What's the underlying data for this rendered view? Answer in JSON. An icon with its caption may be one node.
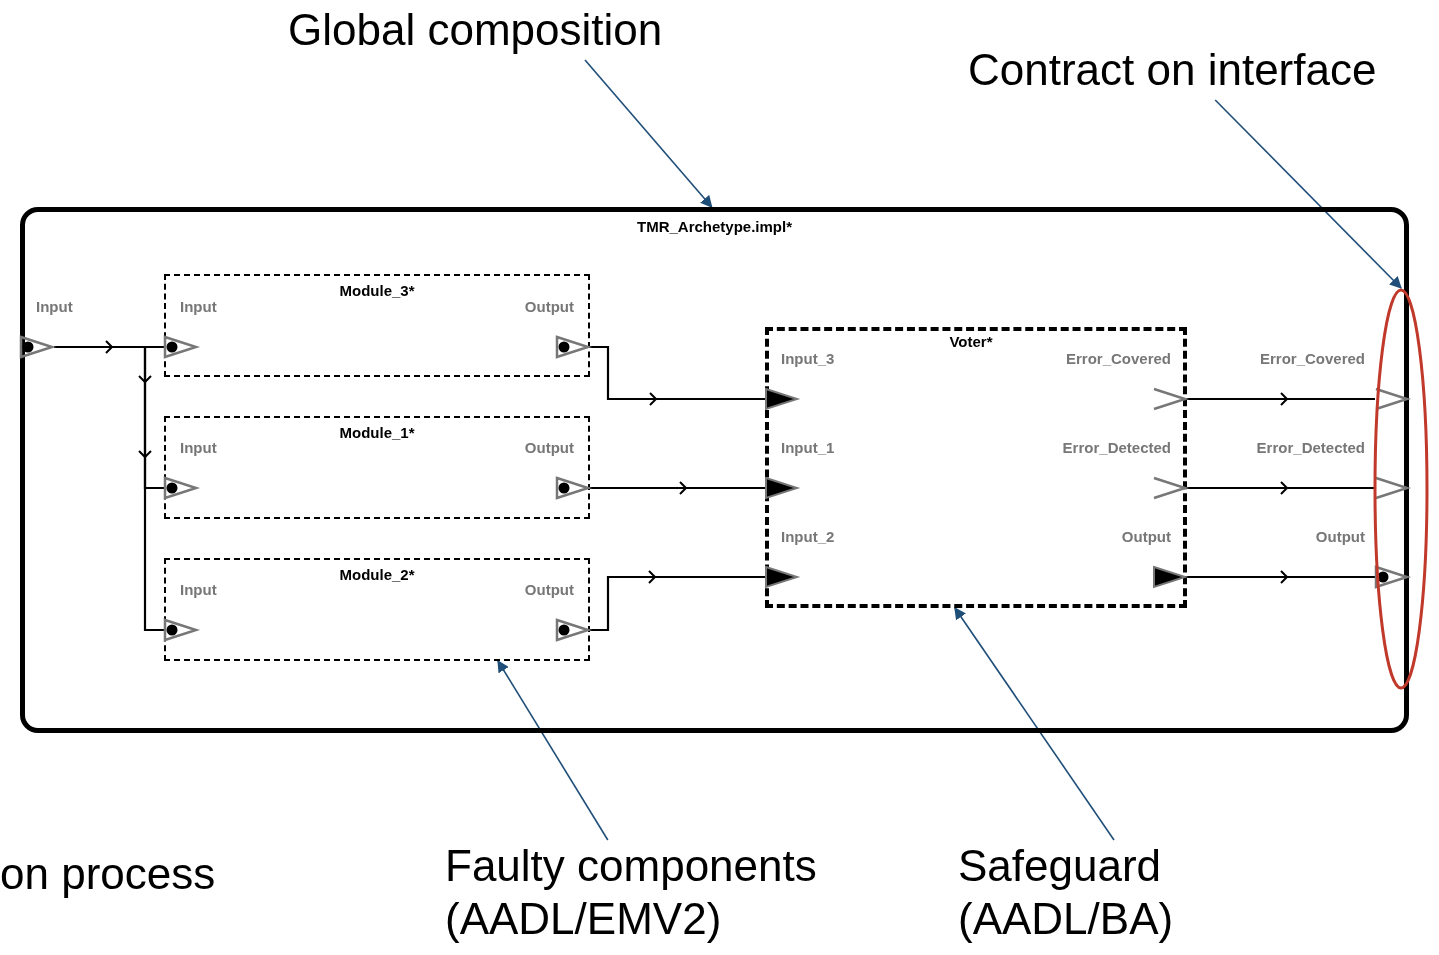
{
  "diagram": {
    "nodes": [
      {
        "text": [
          "TMR_Archetype.impl*"
        ]
      },
      {
        "text": [
          "Input"
        ],
        "in": 0
      },
      {
        "text": [
          "Module_3*"
        ],
        "in": 0
      },
      {
        "text": [
          "Input"
        ],
        "in": 2
      },
      {
        "text": [
          "Output"
        ],
        "in": 2
      },
      {
        "text": [
          "Module_1*"
        ],
        "in": 0
      },
      {
        "text": [
          "Input"
        ],
        "in": 5
      },
      {
        "text": [
          "Output"
        ],
        "in": 5
      },
      {
        "text": [
          "Module_2*"
        ],
        "in": 0
      },
      {
        "text": [
          "Input"
        ],
        "in": 8
      },
      {
        "text": [
          "Output"
        ],
        "in": 8
      },
      {
        "text": [
          "Voter*"
        ],
        "in": 0
      },
      {
        "text": [
          "Input_3"
        ],
        "in": 11
      },
      {
        "text": [
          "Input_1"
        ],
        "in": 11
      },
      {
        "text": [
          "Input_2"
        ],
        "in": 11
      },
      {
        "text": [
          "Error_Covered"
        ],
        "in": 11
      },
      {
        "text": [
          "Error_Detected"
        ],
        "in": 11
      },
      {
        "text": [
          "Output"
        ],
        "in": 11
      },
      {
        "text": [
          "Error_Covered"
        ],
        "in": 0
      },
      {
        "text": [
          "Error_Detected"
        ],
        "in": 0
      },
      {
        "text": [
          "Output"
        ]
      },
      {
        "text": [],
        "shape": "ellipse"
      },
      {
        "text": [
          "Global composition"
        ]
      },
      {
        "text": [
          "Contract on interface"
        ]
      },
      {
        "text": [
          "Faulty components (AADL/EMV2)"
        ]
      },
      {
        "text": [
          "Safeguard (AADL/BA)"
        ]
      }
    ],
    "edges": [
      {
        "from": 1,
        "to": 3,
        "arrow": "to"
      },
      {
        "from": 1,
        "to": 6,
        "arrow": "to"
      },
      {
        "from": 1,
        "to": 9,
        "arrow": "to"
      },
      {
        "from": 4,
        "to": 12,
        "arrow": "to"
      },
      {
        "from": 7,
        "to": 13,
        "arrow": "to"
      },
      {
        "from": 10,
        "to": 14,
        "arrow": "to"
      },
      {
        "from": 15,
        "to": 18,
        "arrow": "to"
      },
      {
        "from": 16,
        "to": 19,
        "arrow": "to"
      },
      {
        "from": 17,
        "to": 20,
        "arrow": "to"
      },
      {
        "from": 22,
        "to": 0,
        "arrow": "to",
        "color": "#1f4e79"
      },
      {
        "from": 23,
        "to": 21,
        "arrow": "to",
        "color": "#1f4e79"
      },
      {
        "from": 24,
        "to": 8,
        "arrow": "to",
        "color": "#1f4e79"
      },
      {
        "from": 25,
        "to": 11,
        "arrow": "to",
        "color": "#1f4e79"
      }
    ],
    "labels": [
      "on process"
    ]
  }
}
